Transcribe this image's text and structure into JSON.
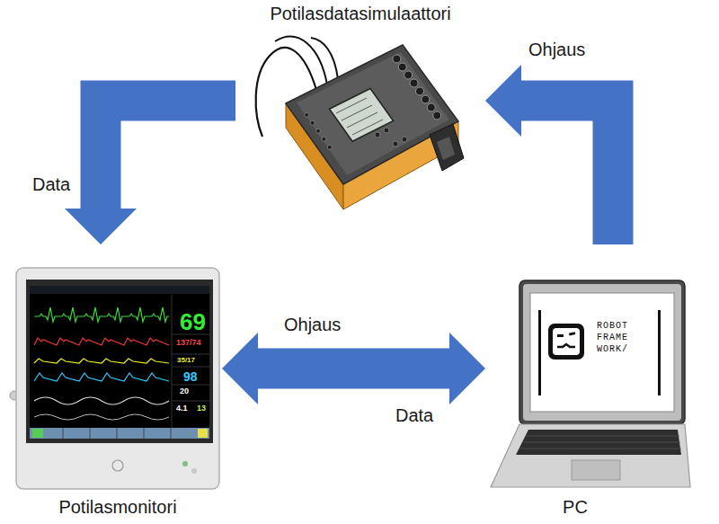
{
  "diagram": {
    "nodes": [
      {
        "text": [
          "Potilasdatasimulaattori"
        ]
      },
      {
        "text": [
          "Potilasmonitori"
        ]
      },
      {
        "text": [
          "PC"
        ]
      }
    ],
    "edges": [
      {
        "from": 0,
        "to": 1,
        "label": "Data",
        "arrow": "to"
      },
      {
        "from": 2,
        "to": 0,
        "label": "Ohjaus",
        "arrow": "to"
      },
      {
        "from": 1,
        "to": 2,
        "label": "Ohjaus",
        "arrow": "both"
      }
    ],
    "labels": [
      "Data",
      "69",
      "137/74",
      "35/17",
      "98",
      "20",
      "4.1",
      "13",
      "ROBOT FRAME WORK/"
    ]
  }
}
